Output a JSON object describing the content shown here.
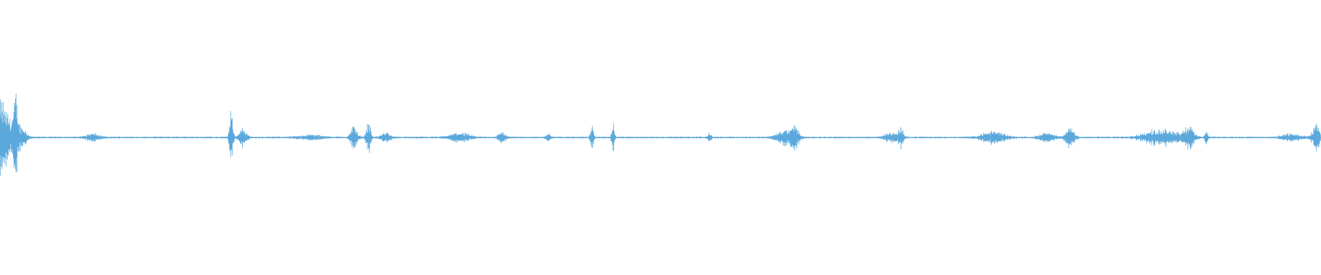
{
  "waveform": {
    "color": "#5ba8dc",
    "background": "#ffffff",
    "baseline_amplitude": 0.004,
    "events": [
      {
        "t": 0.0,
        "amp": 0.12,
        "width": 0.004
      },
      {
        "t": 0.006,
        "amp": 0.09,
        "width": 0.006
      },
      {
        "t": 0.012,
        "amp": 0.14,
        "width": 0.002
      },
      {
        "t": 0.017,
        "amp": 0.04,
        "width": 0.004
      },
      {
        "t": 0.07,
        "amp": 0.015,
        "width": 0.006
      },
      {
        "t": 0.175,
        "amp": 0.15,
        "width": 0.0015
      },
      {
        "t": 0.184,
        "amp": 0.04,
        "width": 0.003
      },
      {
        "t": 0.235,
        "amp": 0.01,
        "width": 0.01
      },
      {
        "t": 0.268,
        "amp": 0.05,
        "width": 0.003
      },
      {
        "t": 0.279,
        "amp": 0.07,
        "width": 0.002
      },
      {
        "t": 0.292,
        "amp": 0.02,
        "width": 0.004
      },
      {
        "t": 0.348,
        "amp": 0.02,
        "width": 0.008
      },
      {
        "t": 0.38,
        "amp": 0.025,
        "width": 0.003
      },
      {
        "t": 0.415,
        "amp": 0.02,
        "width": 0.002
      },
      {
        "t": 0.448,
        "amp": 0.06,
        "width": 0.0012
      },
      {
        "t": 0.464,
        "amp": 0.06,
        "width": 0.0012
      },
      {
        "t": 0.537,
        "amp": 0.02,
        "width": 0.0015
      },
      {
        "t": 0.595,
        "amp": 0.03,
        "width": 0.008
      },
      {
        "t": 0.602,
        "amp": 0.04,
        "width": 0.003
      },
      {
        "t": 0.675,
        "amp": 0.02,
        "width": 0.006
      },
      {
        "t": 0.682,
        "amp": 0.04,
        "width": 0.002
      },
      {
        "t": 0.752,
        "amp": 0.025,
        "width": 0.01
      },
      {
        "t": 0.792,
        "amp": 0.02,
        "width": 0.006
      },
      {
        "t": 0.81,
        "amp": 0.04,
        "width": 0.004
      },
      {
        "t": 0.88,
        "amp": 0.035,
        "width": 0.016
      },
      {
        "t": 0.9,
        "amp": 0.045,
        "width": 0.004
      },
      {
        "t": 0.913,
        "amp": 0.03,
        "width": 0.0015
      },
      {
        "t": 0.978,
        "amp": 0.015,
        "width": 0.008
      },
      {
        "t": 0.997,
        "amp": 0.05,
        "width": 0.004
      }
    ]
  }
}
